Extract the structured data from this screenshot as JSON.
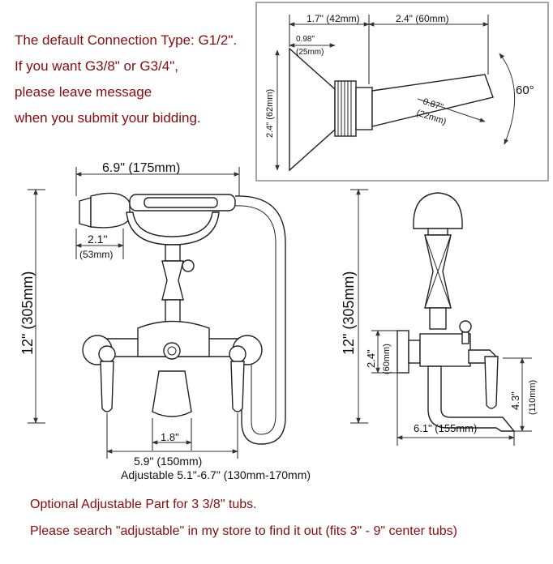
{
  "notes": {
    "line1": "The default Connection Type: G1/2\".",
    "line2": "If you want G3/8\" or G3/4\",",
    "line3": "please leave message",
    "line4": "when you submit your bidding."
  },
  "inset": {
    "dim_top_left": "1.7\" (42mm)",
    "dim_top_right": "2.4\" (60mm)",
    "dim_inner_in": "0.98\"",
    "dim_inner_mm": "(25mm)",
    "dim_height": "2.4\" (62mm)",
    "dim_angle_in": "0.87\"",
    "dim_angle_mm": "(22mm)",
    "angle": "60°"
  },
  "front": {
    "width": "6.9\" (175mm)",
    "handset_in": "2.1\"",
    "handset_mm": "(53mm)",
    "height": "12\" (305mm)",
    "spout": "1.8\"",
    "centers": "5.9\" (150mm)",
    "adjustable": "Adjustable 5.1\"-6.7\" (130mm-170mm)"
  },
  "side": {
    "height": "12\" (305mm)",
    "mount_in": "2.4\"",
    "mount_mm": "(60mm)",
    "spout_drop_in": "4.3\"",
    "spout_drop_mm": "(110mm)",
    "reach": "6.1\" (155mm)"
  },
  "footer": {
    "line1": "Optional Adjustable Part for 3 3/8\" tubs.",
    "line2": "Please search \"adjustable\" in my store to find it out (fits 3\" - 9\" center tubs)"
  }
}
